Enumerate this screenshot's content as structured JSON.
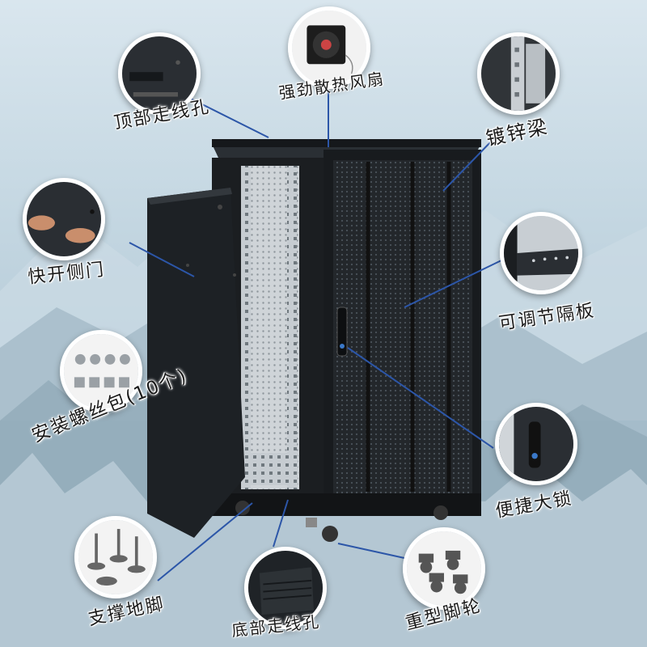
{
  "colors": {
    "cabinet": "#1e2226",
    "rail": "#c8cdd2",
    "line": "#2c56a8",
    "ring": "#ffffff"
  },
  "callouts": {
    "top_cable_hole": "顶部走线孔",
    "cooling_fan": "强劲散热风扇",
    "galvanized_beam": "镀锌梁",
    "quick_side_door": "快开侧门",
    "adjustable_shelf": "可调节隔板",
    "screw_pack": "安装螺丝包(10个)",
    "convenient_lock": "便捷大锁",
    "support_feet": "支撑地脚",
    "bottom_cable_hole": "底部走线孔",
    "heavy_casters": "重型脚轮"
  }
}
